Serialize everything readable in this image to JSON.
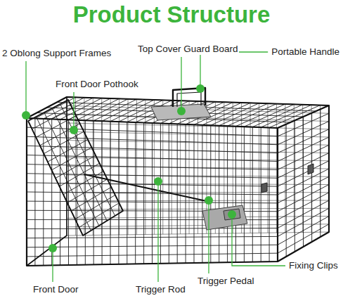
{
  "diagram": {
    "title": "Product Structure",
    "labels": [
      "2 Oblong Support Frames",
      "Top Cover Guard Board",
      "Portable Handle",
      "Front Door Pothook",
      "Fixing Clips",
      "Trigger Pedal",
      "Front Door",
      "Trigger Rod"
    ]
  }
}
